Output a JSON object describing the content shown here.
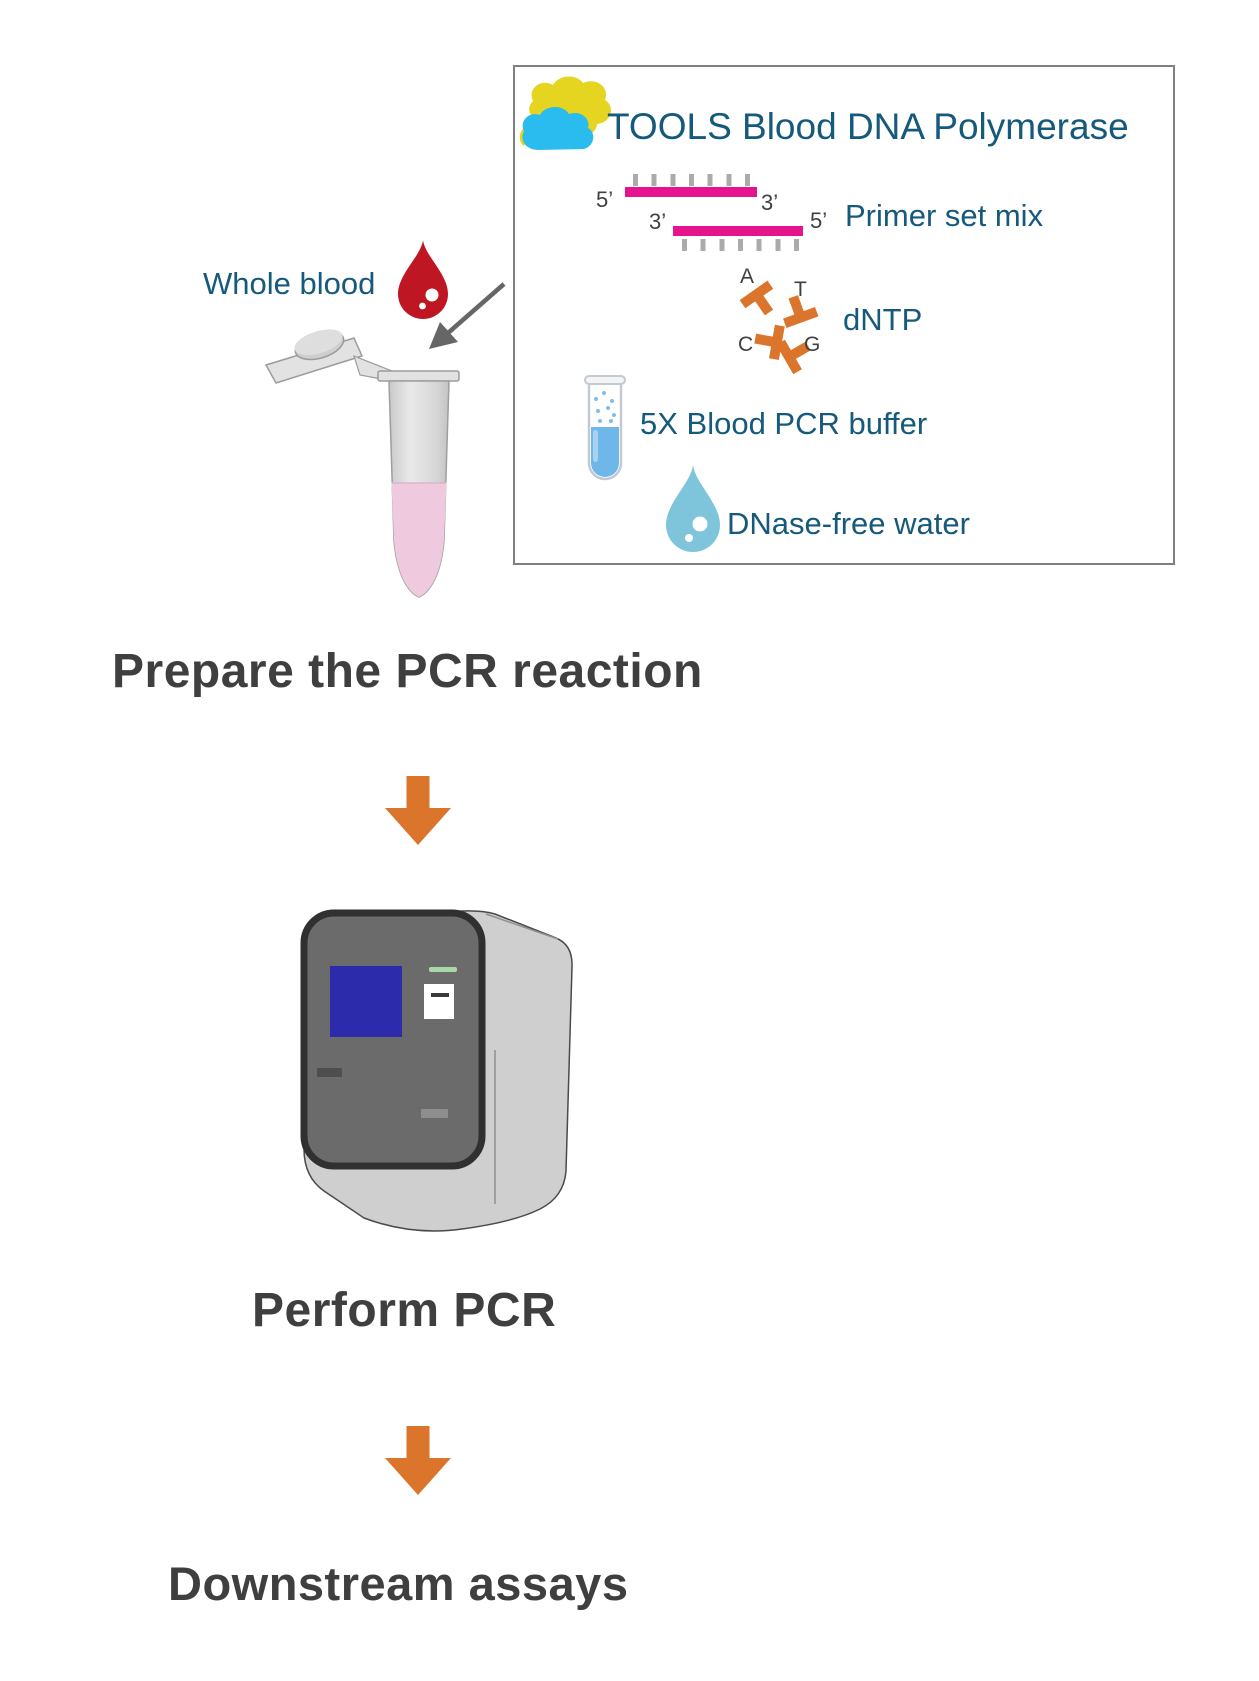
{
  "reagent_box": {
    "title": "TOOLS Blood DNA Polymerase",
    "primer": {
      "label": "Primer set mix",
      "strand1": {
        "left": "5’",
        "right": "3’"
      },
      "strand2": {
        "left": "3’",
        "right": "5’"
      }
    },
    "dntp": {
      "label": "dNTP",
      "letters": [
        "A",
        "T",
        "C",
        "G"
      ]
    },
    "buffer": {
      "label": "5X Blood PCR buffer"
    },
    "water": {
      "label": "DNase-free water"
    }
  },
  "sample": {
    "label": "Whole blood"
  },
  "steps": {
    "prepare": "Prepare the PCR reaction",
    "perform": "Perform PCR",
    "downstream": "Downstream assays"
  },
  "colors": {
    "teal_text": "#15597B",
    "heading_gray": "#3F3F3F",
    "arrow_orange": "#DC752C",
    "primer_pink": "#E6138F",
    "blood_red": "#BE1622",
    "water_blue": "#7EC5DC",
    "buffer_blue": "#6FB6E9",
    "logo_yellow": "#E5D420",
    "logo_cyan": "#2BBCEF",
    "screen_blue": "#2B2BAC",
    "tube_liquid_pink": "#EFCADF",
    "machine_body_gray": "#CFCFCF",
    "machine_panel_gray": "#6B6B6B"
  }
}
